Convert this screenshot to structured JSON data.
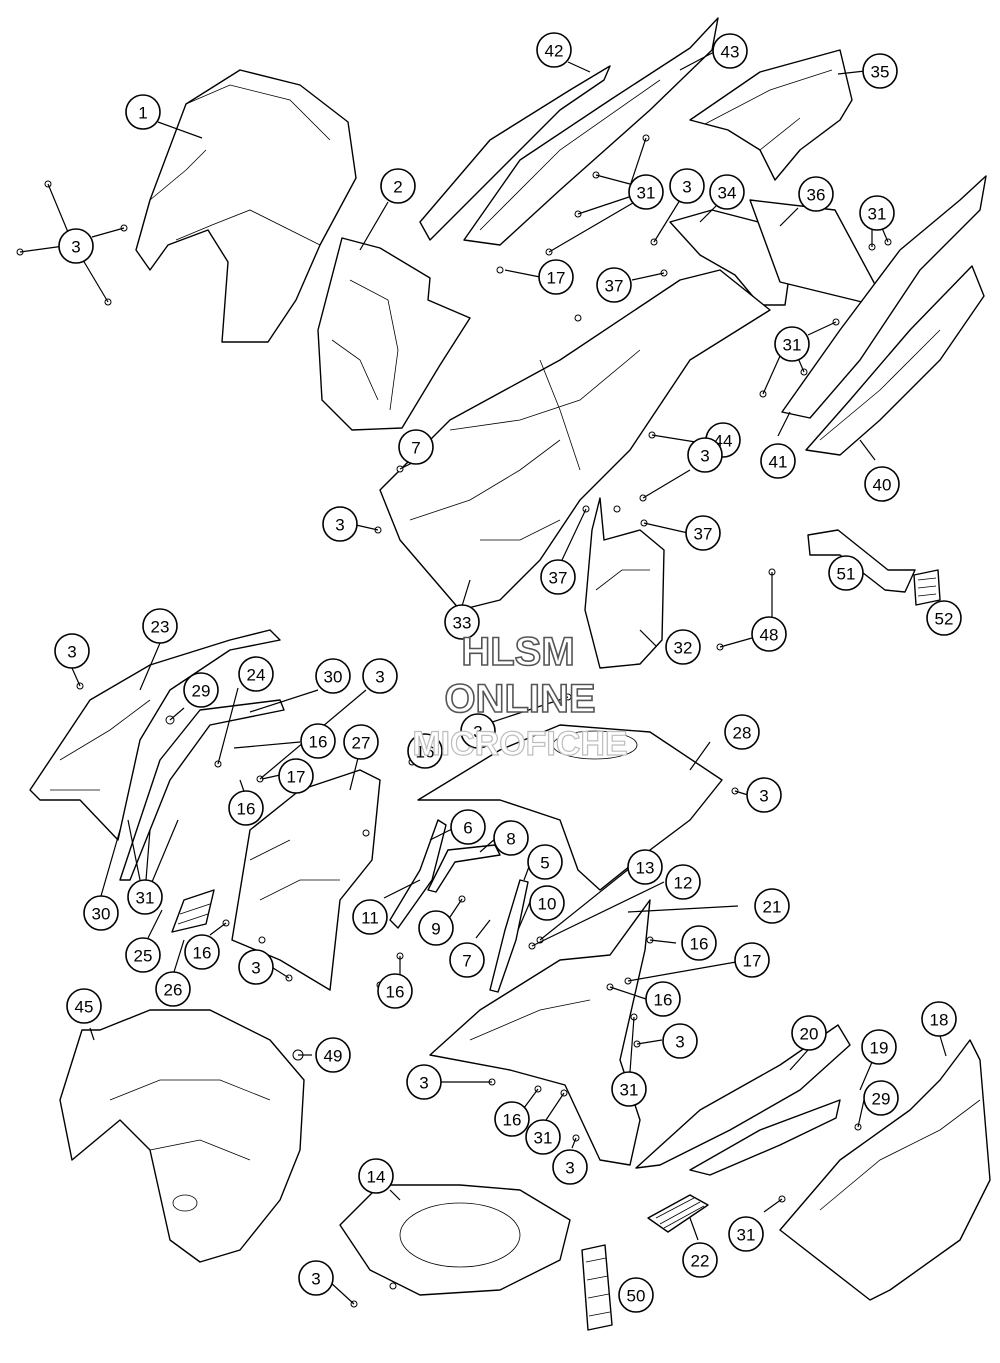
{
  "watermark": {
    "line1": "HLSM",
    "line2": "ONLINE",
    "line3": "MICROFICHE"
  },
  "callouts": [
    {
      "id": "c1",
      "label": "1"
    },
    {
      "id": "c3a",
      "label": "3"
    },
    {
      "id": "c2",
      "label": "2"
    },
    {
      "id": "c42",
      "label": "42"
    },
    {
      "id": "c43",
      "label": "43"
    },
    {
      "id": "c35",
      "label": "35"
    },
    {
      "id": "c31a",
      "label": "31"
    },
    {
      "id": "c3b",
      "label": "3"
    },
    {
      "id": "c34",
      "label": "34"
    },
    {
      "id": "c36",
      "label": "36"
    },
    {
      "id": "c31b",
      "label": "31"
    },
    {
      "id": "c17a",
      "label": "17"
    },
    {
      "id": "c37a",
      "label": "37"
    },
    {
      "id": "c31c",
      "label": "31"
    },
    {
      "id": "c44",
      "label": "44"
    },
    {
      "id": "c7a",
      "label": "7"
    },
    {
      "id": "c3c",
      "label": "3"
    },
    {
      "id": "c41",
      "label": "41"
    },
    {
      "id": "c40",
      "label": "40"
    },
    {
      "id": "c3d",
      "label": "3"
    },
    {
      "id": "c37b",
      "label": "37"
    },
    {
      "id": "c37c",
      "label": "37"
    },
    {
      "id": "c51",
      "label": "51"
    },
    {
      "id": "c52",
      "label": "52"
    },
    {
      "id": "c33",
      "label": "33"
    },
    {
      "id": "c48",
      "label": "48"
    },
    {
      "id": "c32",
      "label": "32"
    },
    {
      "id": "c3e",
      "label": "3"
    },
    {
      "id": "c23",
      "label": "23"
    },
    {
      "id": "c29a",
      "label": "29"
    },
    {
      "id": "c24",
      "label": "24"
    },
    {
      "id": "c30a",
      "label": "30"
    },
    {
      "id": "c3f",
      "label": "3"
    },
    {
      "id": "c3g",
      "label": "3"
    },
    {
      "id": "c28",
      "label": "28"
    },
    {
      "id": "c16a",
      "label": "16"
    },
    {
      "id": "c27",
      "label": "27"
    },
    {
      "id": "c16b",
      "label": "16"
    },
    {
      "id": "c17b",
      "label": "17"
    },
    {
      "id": "c16c",
      "label": "16"
    },
    {
      "id": "c3h",
      "label": "3"
    },
    {
      "id": "c6",
      "label": "6"
    },
    {
      "id": "c8",
      "label": "8"
    },
    {
      "id": "c5",
      "label": "5"
    },
    {
      "id": "c13",
      "label": "13"
    },
    {
      "id": "c12",
      "label": "12"
    },
    {
      "id": "c10",
      "label": "10"
    },
    {
      "id": "c21",
      "label": "21"
    },
    {
      "id": "c30b",
      "label": "30"
    },
    {
      "id": "c31d",
      "label": "31"
    },
    {
      "id": "c11",
      "label": "11"
    },
    {
      "id": "c9",
      "label": "9"
    },
    {
      "id": "c25",
      "label": "25"
    },
    {
      "id": "c16d",
      "label": "16"
    },
    {
      "id": "c7b",
      "label": "7"
    },
    {
      "id": "c16e",
      "label": "16"
    },
    {
      "id": "c26",
      "label": "26"
    },
    {
      "id": "c3i",
      "label": "3"
    },
    {
      "id": "c16f",
      "label": "16"
    },
    {
      "id": "c17c",
      "label": "17"
    },
    {
      "id": "c16g",
      "label": "16"
    },
    {
      "id": "c45",
      "label": "45"
    },
    {
      "id": "c49",
      "label": "49"
    },
    {
      "id": "c3j",
      "label": "3"
    },
    {
      "id": "c20",
      "label": "20"
    },
    {
      "id": "c18",
      "label": "18"
    },
    {
      "id": "c19",
      "label": "19"
    },
    {
      "id": "c3k",
      "label": "3"
    },
    {
      "id": "c31e",
      "label": "31"
    },
    {
      "id": "c16h",
      "label": "16"
    },
    {
      "id": "c31f",
      "label": "31"
    },
    {
      "id": "c29b",
      "label": "29"
    },
    {
      "id": "c3l",
      "label": "3"
    },
    {
      "id": "c14",
      "label": "14"
    },
    {
      "id": "c22",
      "label": "22"
    },
    {
      "id": "c31g",
      "label": "31"
    },
    {
      "id": "c3m",
      "label": "3"
    },
    {
      "id": "c50",
      "label": "50"
    }
  ]
}
